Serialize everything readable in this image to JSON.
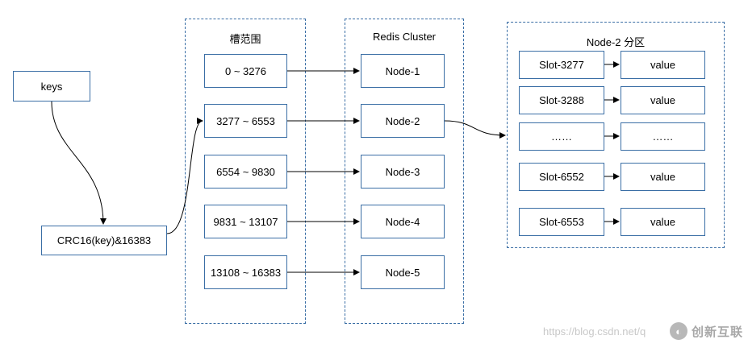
{
  "keys_label": "keys",
  "hash_label": "CRC16(key)&16383",
  "slot_range_group": {
    "title": "槽范围",
    "ranges": [
      "0 ~ 3276",
      "3277 ~ 6553",
      "6554 ~ 9830",
      "9831 ~ 13107",
      "13108 ~ 16383"
    ]
  },
  "cluster_group": {
    "title": "Redis Cluster",
    "nodes": [
      "Node-1",
      "Node-2",
      "Node-3",
      "Node-4",
      "Node-5"
    ]
  },
  "partition_group": {
    "title": "Node-2  分区",
    "rows": [
      {
        "slot": "Slot-3277",
        "value": "value"
      },
      {
        "slot": "Slot-3288",
        "value": "value"
      },
      {
        "slot": "……",
        "value": "……"
      },
      {
        "slot": "Slot-6552",
        "value": "value"
      },
      {
        "slot": "Slot-6553",
        "value": "value"
      }
    ]
  },
  "watermark": {
    "url": "https://blog.csdn.net/q",
    "logo_text": "创新互联"
  },
  "colors": {
    "border": "#3a6ea5",
    "arrow": "#000000"
  }
}
